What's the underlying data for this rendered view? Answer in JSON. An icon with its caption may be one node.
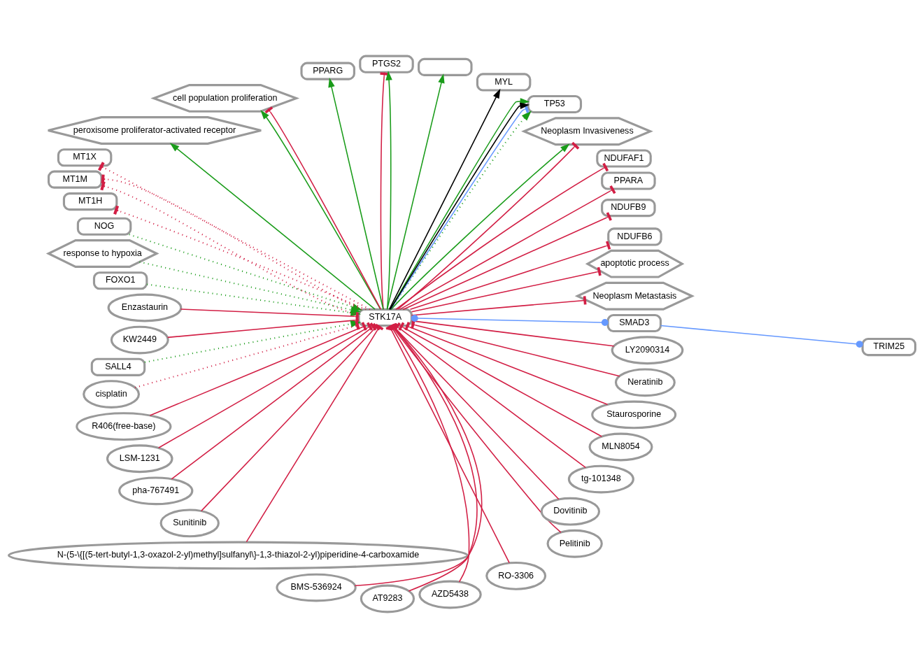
{
  "diagram": {
    "nodes": [
      {
        "text": [
          "NOG"
        ]
      },
      {
        "text": [
          "response to hypoxia"
        ]
      },
      {
        "text": [
          "FOXO1"
        ]
      },
      {
        "text": [
          "Enzastaurin"
        ]
      },
      {
        "text": [
          "KW2449"
        ]
      },
      {
        "text": [
          "SALL4"
        ]
      },
      {
        "text": [
          "cisplatin"
        ]
      },
      {
        "text": [
          "R406(free-base)"
        ]
      },
      {
        "text": [
          "LSM-1231"
        ]
      },
      {
        "text": [
          "pha-767491"
        ]
      },
      {
        "text": [
          "Sunitinib"
        ]
      },
      {
        "text": [
          "N-(5-\\{[(5-tert-butyl-1,3-oxazol-2-yl)methyl]sulfanyl\\}-1,3-thiazol-2-yl)piperidine-4-carboxamide"
        ]
      },
      {
        "text": [
          "BMS-536924"
        ]
      },
      {
        "text": [
          "AT9283"
        ]
      },
      {
        "text": [
          "AZD5438"
        ]
      },
      {
        "text": [
          "RO-3306"
        ]
      },
      {
        "text": [
          "Pelitinib"
        ]
      },
      {
        "text": [
          "Dovitinib"
        ]
      },
      {
        "text": [
          "tg-101348"
        ]
      },
      {
        "text": [
          "MLN8054"
        ]
      },
      {
        "text": [
          "Staurosporine"
        ]
      },
      {
        "text": [
          "Neratinib"
        ]
      },
      {
        "text": [
          "LY2090314"
        ]
      },
      {
        "text": [
          "STK17A"
        ]
      },
      {
        "text": [
          "Neoplasm Metastasis"
        ]
      },
      {
        "text": [
          "apoptotic process"
        ]
      },
      {
        "text": [
          "NDUFB6"
        ]
      },
      {
        "text": [
          "SMAD3"
        ]
      },
      {
        "text": [
          "NDUFB9"
        ]
      },
      {
        "text": [
          "PPARA"
        ]
      },
      {
        "text": [
          "TRIM25"
        ]
      },
      {
        "text": [
          "NDUFAF1"
        ]
      },
      {
        "text": [
          "Neoplasm Invasiveness"
        ]
      },
      {
        "text": [
          "TP53"
        ]
      },
      {
        "text": [
          "MYL"
        ]
      },
      {
        "text": [],
        "shape": "box"
      },
      {
        "text": [
          "PTGS2"
        ]
      },
      {
        "text": [
          "PPARG"
        ]
      },
      {
        "text": [
          "cell population proliferation"
        ]
      },
      {
        "text": [
          "peroxisome proliferator-activated receptor"
        ]
      },
      {
        "text": [
          "MT1X"
        ]
      },
      {
        "text": [
          "MT1M"
        ]
      },
      {
        "text": [
          "MT1H"
        ]
      }
    ],
    "edges": [
      {
        "from": 0,
        "to": 23,
        "arrow": "to",
        "style": "dashed",
        "color": "#1a9c1a"
      },
      {
        "from": 1,
        "to": 23,
        "arrow": "to",
        "style": "dashed",
        "color": "#1a9c1a"
      },
      {
        "from": 2,
        "to": 23,
        "arrow": "to",
        "style": "dashed",
        "color": "#1a9c1a"
      },
      {
        "from": 5,
        "to": 23,
        "arrow": "to",
        "style": "dashed",
        "color": "#1a9c1a"
      },
      {
        "from": 6,
        "to": 23,
        "arrow": "other",
        "style": "dashed"
      },
      {
        "from": 3,
        "to": 23,
        "arrow": "other"
      },
      {
        "from": 4,
        "to": 23,
        "arrow": "other"
      },
      {
        "from": 7,
        "to": 23,
        "arrow": "other"
      },
      {
        "from": 8,
        "to": 23,
        "arrow": "other"
      },
      {
        "from": 9,
        "to": 23,
        "arrow": "other"
      },
      {
        "from": 10,
        "to": 23,
        "arrow": "other"
      },
      {
        "from": 11,
        "to": 23,
        "arrow": "other"
      },
      {
        "from": 12,
        "to": 23,
        "arrow": "other"
      },
      {
        "from": 13,
        "to": 23,
        "arrow": "other"
      },
      {
        "from": 14,
        "to": 23,
        "arrow": "other"
      },
      {
        "from": 15,
        "to": 23,
        "arrow": "other"
      },
      {
        "from": 16,
        "to": 23,
        "arrow": "other"
      },
      {
        "from": 17,
        "to": 23,
        "arrow": "other"
      },
      {
        "from": 18,
        "to": 23,
        "arrow": "other"
      },
      {
        "from": 19,
        "to": 23,
        "arrow": "other"
      },
      {
        "from": 20,
        "to": 23,
        "arrow": "other"
      },
      {
        "from": 21,
        "to": 23,
        "arrow": "other"
      },
      {
        "from": 22,
        "to": 23,
        "arrow": "other"
      },
      {
        "from": 23,
        "to": 24,
        "arrow": "other"
      },
      {
        "from": 23,
        "to": 25,
        "arrow": "other"
      },
      {
        "from": 23,
        "to": 26,
        "arrow": "other"
      },
      {
        "from": 23,
        "to": 28,
        "arrow": "other"
      },
      {
        "from": 23,
        "to": 29,
        "arrow": "other"
      },
      {
        "from": 23,
        "to": 31,
        "arrow": "other"
      },
      {
        "from": 27,
        "to": 23,
        "arrow": "other",
        "color": "#6699ff"
      },
      {
        "from": 27,
        "to": 30,
        "arrow": "other",
        "color": "#6699ff"
      },
      {
        "from": 23,
        "to": 32,
        "arrow": "to",
        "color": "#1a9c1a"
      },
      {
        "from": 23,
        "to": 32,
        "arrow": "other"
      },
      {
        "from": 23,
        "to": 33,
        "arrow": "to",
        "color": "#1a9c1a"
      },
      {
        "from": 23,
        "to": 33,
        "arrow": "to",
        "style": "dashed",
        "color": "#1a9c1a"
      },
      {
        "from": 23,
        "to": 33,
        "arrow": "other",
        "color": "#6699ff"
      },
      {
        "from": 23,
        "to": 33,
        "arrow": "to",
        "color": "#000000"
      },
      {
        "from": 23,
        "to": 34,
        "arrow": "to",
        "color": "#000000"
      },
      {
        "from": 23,
        "to": 35,
        "arrow": "to",
        "color": "#1a9c1a"
      },
      {
        "from": 23,
        "to": 36,
        "arrow": "other"
      },
      {
        "from": 23,
        "to": 36,
        "arrow": "to",
        "color": "#1a9c1a"
      },
      {
        "from": 23,
        "to": 37,
        "arrow": "to",
        "color": "#1a9c1a"
      },
      {
        "from": 23,
        "to": 38,
        "arrow": "to",
        "color": "#1a9c1a"
      },
      {
        "from": 23,
        "to": 38,
        "arrow": "other"
      },
      {
        "from": 23,
        "to": 39,
        "arrow": "to",
        "color": "#1a9c1a"
      },
      {
        "from": 23,
        "to": 40,
        "arrow": "other",
        "style": "dashed"
      },
      {
        "from": 23,
        "to": 41,
        "arrow": "other",
        "style": "dashed"
      },
      {
        "from": 23,
        "to": 41,
        "arrow": "other",
        "style": "dashed"
      },
      {
        "from": 23,
        "to": 42,
        "arrow": "other",
        "style": "dashed"
      }
    ]
  }
}
